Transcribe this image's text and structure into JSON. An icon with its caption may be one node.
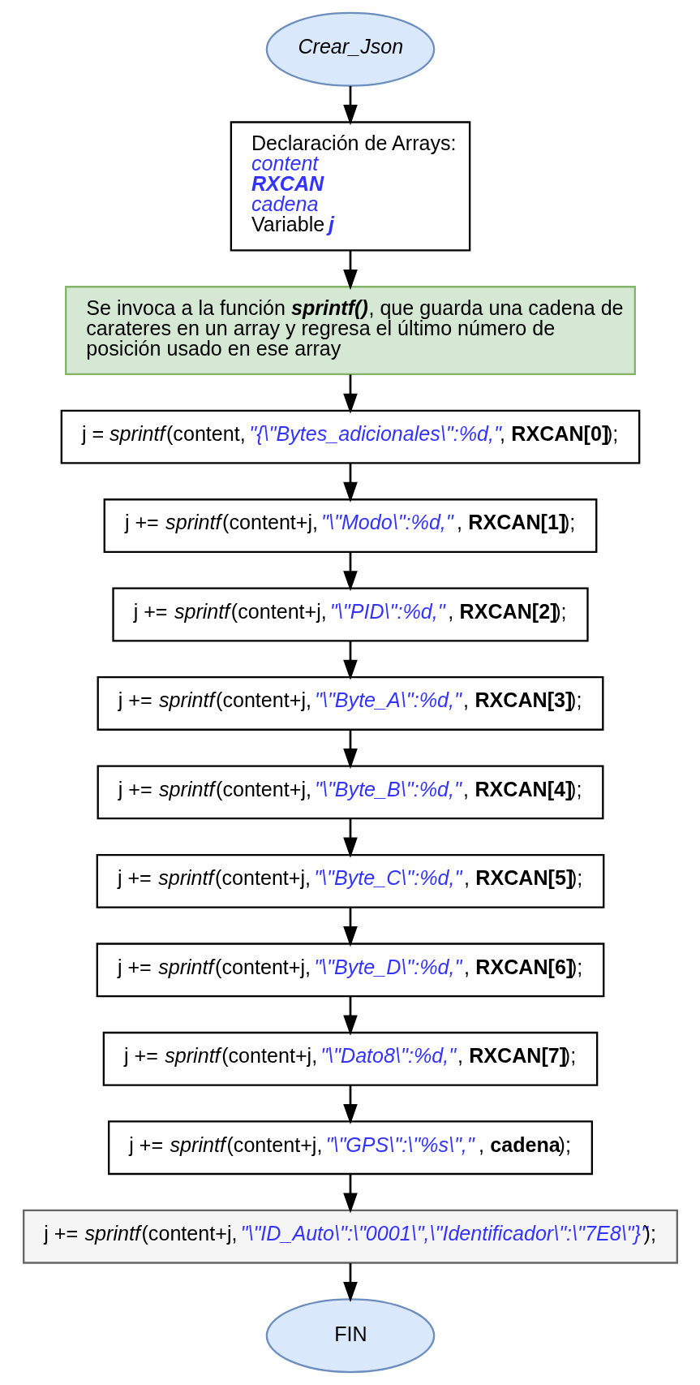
{
  "diagram": {
    "nodes": [
      {
        "text": [
          "Crear_Json"
        ]
      },
      {
        "text": [
          "Declaración de Arrays:",
          "content",
          "RXCAN",
          "cadena",
          "Variable **j**"
        ]
      },
      {
        "text": [
          "Se invoca a la función **sprintf()**, que guarda una cadena de carateres en un array y regresa el último número de posición usado en ese array"
        ]
      },
      {
        "text": [
          "j = *sprintf*(content, *\"{\\\"Bytes_adicionales\\\":%d,\"*, **RXCAN[0]**);"
        ]
      },
      {
        "text": [
          "j += *sprintf*(content+j, *\"\\\"Modo\\\":%d,\"*, **RXCAN[1]**);"
        ]
      },
      {
        "text": [
          "j += *sprintf*(content+j, *\"\\\"PID\\\":%d,\"*, **RXCAN[2]**);"
        ]
      },
      {
        "text": [
          "j += *sprintf*(content+j, *\"\\\"Byte_A\\\":%d,\"*, **RXCAN[3]**);"
        ]
      },
      {
        "text": [
          "j += *sprintf*(content+j, *\"\\\"Byte_B\\\":%d,\"*, **RXCAN[4]**);"
        ]
      },
      {
        "text": [
          "j += *sprintf*(content+j, *\"\\\"Byte_C\\\":%d,\"*, **RXCAN[5]**);"
        ]
      },
      {
        "text": [
          "j += *sprintf*(content+j, *\"\\\"Byte_D\\\":%d,\"*, **RXCAN[6]**);"
        ]
      },
      {
        "text": [
          "j += *sprintf*(content+j, *\"\\\"Dato8\\\":%d,\"*, **RXCAN[7]**);"
        ]
      },
      {
        "text": [
          "j += *sprintf*(content+j, *\"\\\"GPS\\\":\\\"%s\\\",\"*, **cadena**);"
        ]
      },
      {
        "text": [
          "j += *sprintf*(content+j, *\"\\\"ID_Auto\\\":\\\"0001\\\",\\\"Identificador\\\":\\\"7E8\\\"}\"*);"
        ]
      },
      {
        "text": [
          "FIN"
        ]
      }
    ],
    "edges": [
      {
        "from": 0,
        "to": 1,
        "arrow": "to"
      },
      {
        "from": 1,
        "to": 2,
        "arrow": "to"
      },
      {
        "from": 2,
        "to": 3,
        "arrow": "to"
      },
      {
        "from": 3,
        "to": 4,
        "arrow": "to"
      },
      {
        "from": 4,
        "to": 5,
        "arrow": "to"
      },
      {
        "from": 5,
        "to": 6,
        "arrow": "to"
      },
      {
        "from": 6,
        "to": 7,
        "arrow": "to"
      },
      {
        "from": 7,
        "to": 8,
        "arrow": "to"
      },
      {
        "from": 8,
        "to": 9,
        "arrow": "to"
      },
      {
        "from": 9,
        "to": 10,
        "arrow": "to"
      },
      {
        "from": 10,
        "to": 11,
        "arrow": "to"
      },
      {
        "from": 11,
        "to": 12,
        "arrow": "to"
      },
      {
        "from": 12,
        "to": 13,
        "arrow": "to"
      }
    ]
  }
}
